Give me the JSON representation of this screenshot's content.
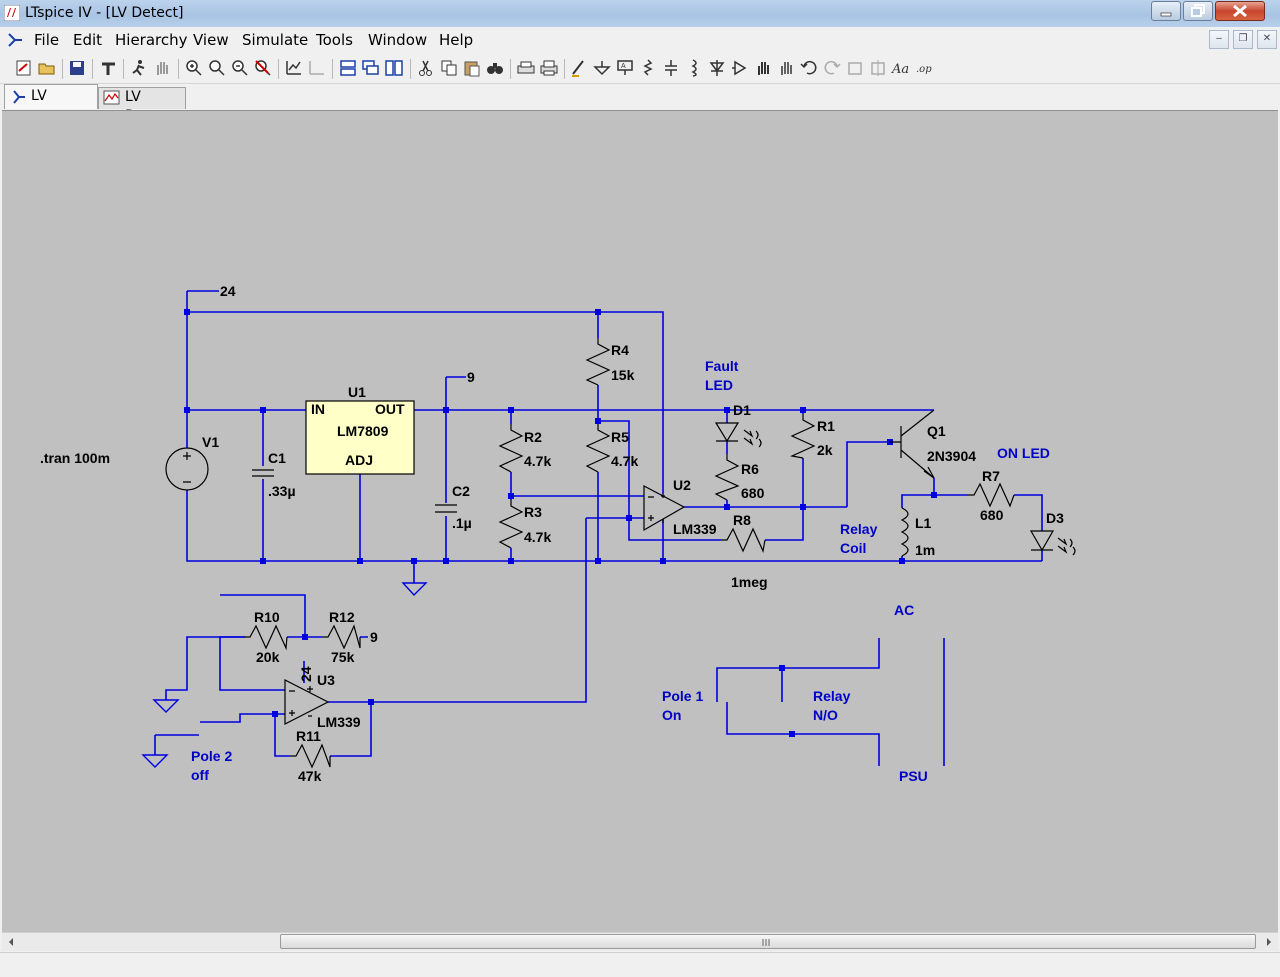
{
  "window": {
    "title": "LTspice IV - [LV Detect]"
  },
  "menu": {
    "items": [
      "File",
      "Edit",
      "Hierarchy",
      "View",
      "Simulate",
      "Tools",
      "Window",
      "Help"
    ]
  },
  "tabs": [
    {
      "label": "LV Detect"
    },
    {
      "label": "LV Detect"
    }
  ],
  "toolbar": {
    "icons": [
      "new-schematic",
      "open",
      "save",
      "control-panel",
      "run",
      "halt",
      "zoom-in",
      "zoom-pan",
      "zoom-out",
      "zoom-cancel",
      "autorange",
      "reset-cache",
      "tile-horizontal",
      "cascade",
      "tile-vertical",
      "cut",
      "copy",
      "paste",
      "find",
      "print-setup",
      "print",
      "draw-wire",
      "ground",
      "label-net",
      "component",
      "resistor",
      "capacitor",
      "inductor",
      "diode",
      "component-2",
      "move",
      "drag",
      "undo",
      "redo",
      "rotate",
      "mirror",
      "text",
      "spice-directive"
    ]
  },
  "schematic": {
    "directive": ".tran 100m",
    "net_labels": {
      "supply_24": "24",
      "supply_9": "9",
      "r12_net": "9",
      "u3_supply": "24"
    },
    "components": {
      "V1": {
        "name": "V1"
      },
      "C1": {
        "name": "C1",
        "value": ".33µ"
      },
      "U1": {
        "name": "U1",
        "part": "LM7809",
        "pin_in": "IN",
        "pin_out": "OUT",
        "pin_adj": "ADJ"
      },
      "C2": {
        "name": "C2",
        "value": ".1µ"
      },
      "R2": {
        "name": "R2",
        "value": "4.7k"
      },
      "R3": {
        "name": "R3",
        "value": "4.7k"
      },
      "R4": {
        "name": "R4",
        "value": "15k"
      },
      "R5": {
        "name": "R5",
        "value": "4.7k"
      },
      "U2": {
        "name": "U2",
        "part": "LM339"
      },
      "D1": {
        "name": "D1"
      },
      "R6": {
        "name": "R6",
        "value": "680"
      },
      "R8": {
        "name": "R8",
        "value": "1meg"
      },
      "R1": {
        "name": "R1",
        "value": "2k"
      },
      "Q1": {
        "name": "Q1",
        "part": "2N3904"
      },
      "L1": {
        "name": "L1",
        "value": "1m"
      },
      "R7": {
        "name": "R7",
        "value": "680"
      },
      "D3": {
        "name": "D3"
      },
      "R10": {
        "name": "R10",
        "value": "20k"
      },
      "R12": {
        "name": "R12",
        "value": "75k"
      },
      "U3": {
        "name": "U3",
        "part": "LM339"
      },
      "R11": {
        "name": "R11",
        "value": "47k"
      }
    },
    "comments": {
      "fault_led_1": "Fault",
      "fault_led_2": "LED",
      "on_led": "ON LED",
      "relay_coil_1": "Relay",
      "relay_coil_2": "Coil",
      "ac": "AC",
      "pole1_1": "Pole 1",
      "pole1_2": "On",
      "relay_no_1": "Relay",
      "relay_no_2": "N/O",
      "psu": "PSU",
      "pole2_1": "Pole 2",
      "pole2_2": "off"
    }
  },
  "colors": {
    "wire": "#0000e0",
    "schematic_bg": "#c0c0c0",
    "component_body": "#ffffc8",
    "comment_text": "#0000c8",
    "label_text": "#000000"
  }
}
